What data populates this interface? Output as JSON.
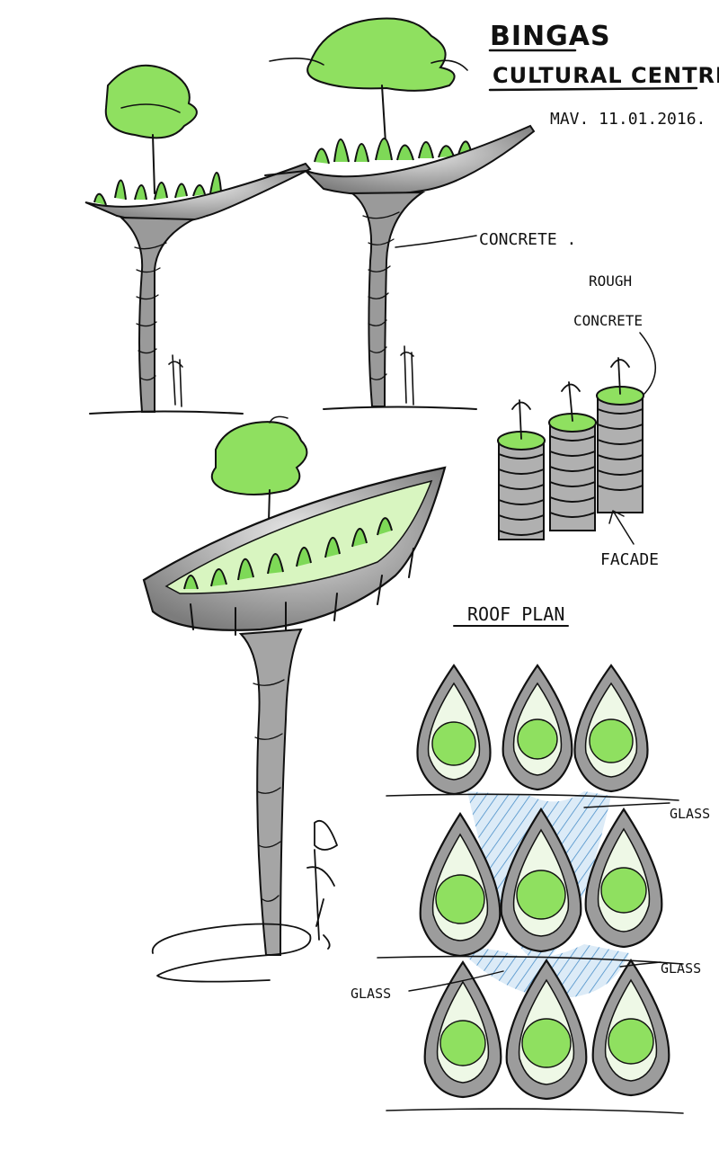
{
  "title": {
    "line1": "BINGAS",
    "line2": "CULTURAL CENTRE",
    "date": "MAV. 11.01.2016."
  },
  "labels": {
    "concrete": "CONCRETE .",
    "rough_concrete_1": "ROUGH",
    "rough_concrete_2": "CONCRETE",
    "facade": "FACADE",
    "roof_plan": "ROOF PLAN",
    "glass_1": "GLASS",
    "glass_2": "GLASS",
    "glass_3": "GLASS"
  },
  "colors": {
    "ink": "#111111",
    "concrete": "#8f8f8f",
    "concrete_light": "#c7c7c7",
    "foliage": "#7ed957",
    "foliage_light": "#b9ee8d",
    "glass_hatch": "#9cc8ea"
  }
}
